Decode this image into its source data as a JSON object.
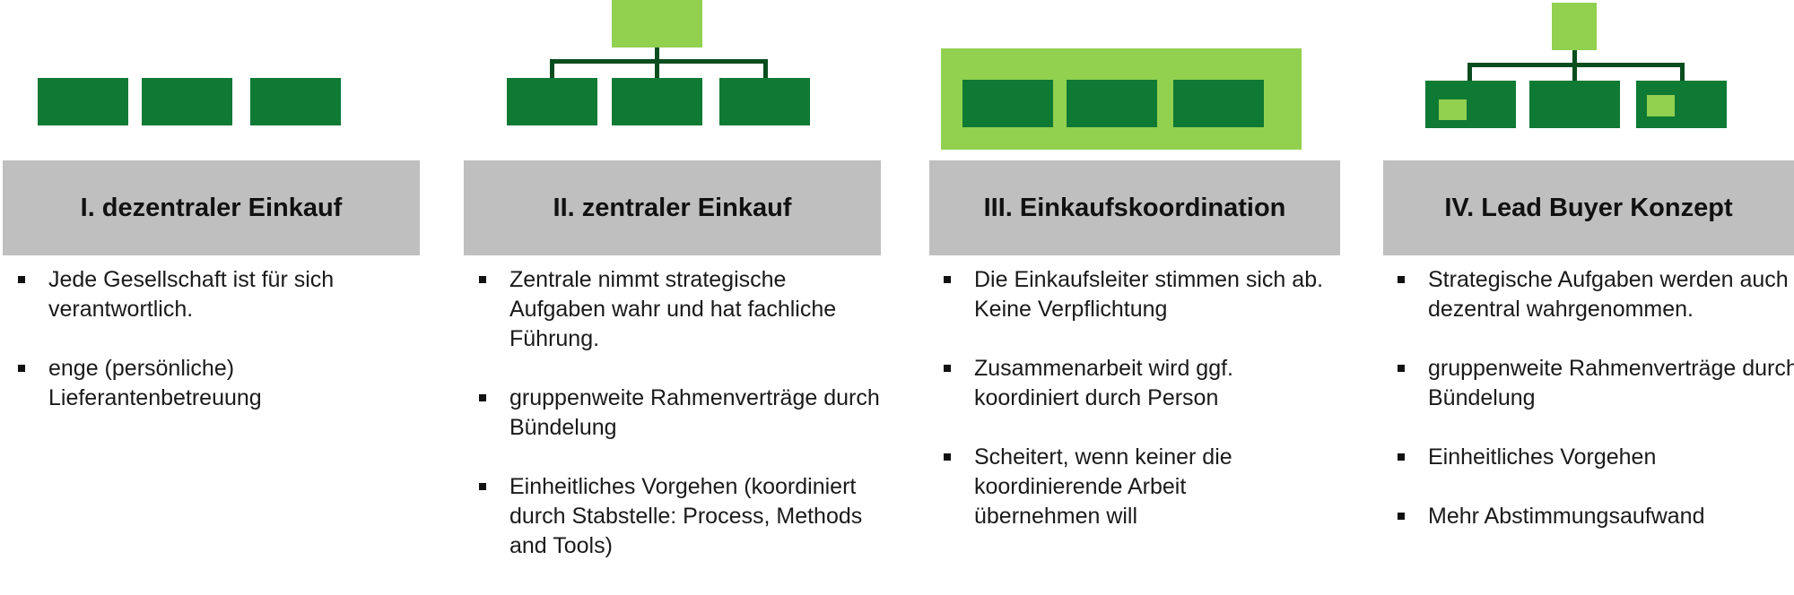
{
  "columns": [
    {
      "title": "I. dezentraler Einkauf",
      "bullets": [
        "Jede Gesellschaft ist für sich verantwortlich.",
        "enge (persönliche) Lieferantenbetreuung"
      ]
    },
    {
      "title": "II. zentraler Einkauf",
      "bullets": [
        "Zentrale nimmt  strategische Aufgaben wahr und hat fachliche Führung.",
        "gruppenweite Rahmenverträge durch Bündelung",
        "Einheitliches Vorgehen (koordiniert durch Stabstelle: Process, Methods and Tools)"
      ]
    },
    {
      "title": "III. Einkaufskoordination",
      "bullets": [
        "Die Einkaufsleiter stimmen sich ab. Keine Verpflichtung",
        "Zusammenarbeit wird ggf. koordiniert durch Person",
        "Scheitert, wenn keiner die koordinierende Arbeit übernehmen will"
      ]
    },
    {
      "title": "IV. Lead Buyer Konzept",
      "bullets": [
        "Strategische Aufgaben werden auch dezentral wahrgenommen.",
        "gruppenweite Rahmenverträge durch Bündelung",
        "Einheitliches Vorgehen",
        "Mehr Abstimmungsaufwand"
      ]
    }
  ],
  "colors": {
    "dark_green": "#0f7a34",
    "light_green": "#92d050",
    "connector": "#0a4d1e",
    "header_gray": "#bfbfbf"
  }
}
